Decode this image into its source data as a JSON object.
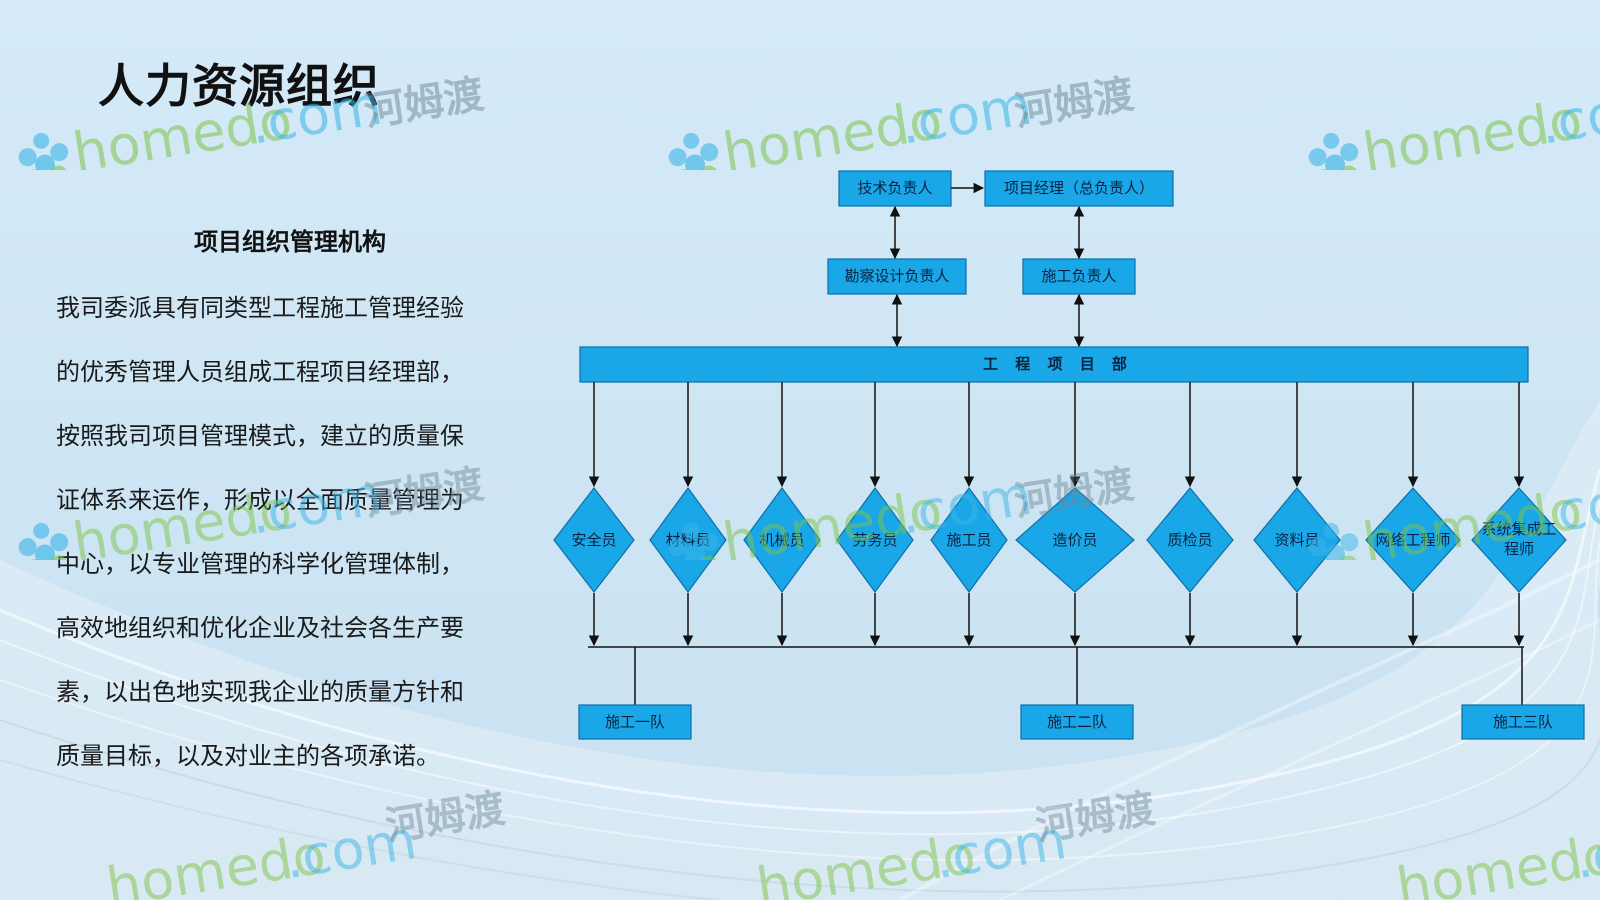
{
  "page": {
    "title": "人力资源组织",
    "subtitle": "项目组织管理机构",
    "paragraph_lines": [
      "我司委派具有同类型工程施工管理经验",
      "的优秀管理人员组成工程项目经理部，",
      "按照我司项目管理模式，建立的质量保",
      "证体系来运作，形成以全面质量管理为",
      "中心，以专业管理的科学化管理体制，",
      "高效地组织和优化企业及社会各生产要",
      "素，以出色地实现我企业的质量方针和",
      "质量目标，以及对业主的各项承诺。"
    ]
  },
  "org_chart": {
    "top": {
      "tech_lead": "技术负责人",
      "project_manager": "项目经理（总负责人）"
    },
    "second": {
      "survey_design_lead": "勘察设计负责人",
      "construction_lead": "施工负责人"
    },
    "department": "工 程 项 目 部",
    "roles": [
      {
        "label": "安全员"
      },
      {
        "label": "材料员"
      },
      {
        "label": "机械员"
      },
      {
        "label": "劳务员"
      },
      {
        "label": "施工员"
      },
      {
        "label": "造价员"
      },
      {
        "label": "质检员"
      },
      {
        "label": "资料员"
      },
      {
        "label": "网络工程师"
      },
      {
        "label": "系统集成工",
        "label2": "程师"
      }
    ],
    "teams": [
      "施工一队",
      "施工二队",
      "施工三队"
    ]
  },
  "watermark": {
    "brand": "homedo",
    "suffix": ".com",
    "cn": "河姆渡"
  },
  "colors": {
    "node_fill": "#1aa7e8",
    "node_stroke": "#0d6fa6",
    "line": "#111111",
    "background": "#cfe6f5",
    "watermark_green": "#7ec447",
    "watermark_blue": "#3bb6e6"
  }
}
